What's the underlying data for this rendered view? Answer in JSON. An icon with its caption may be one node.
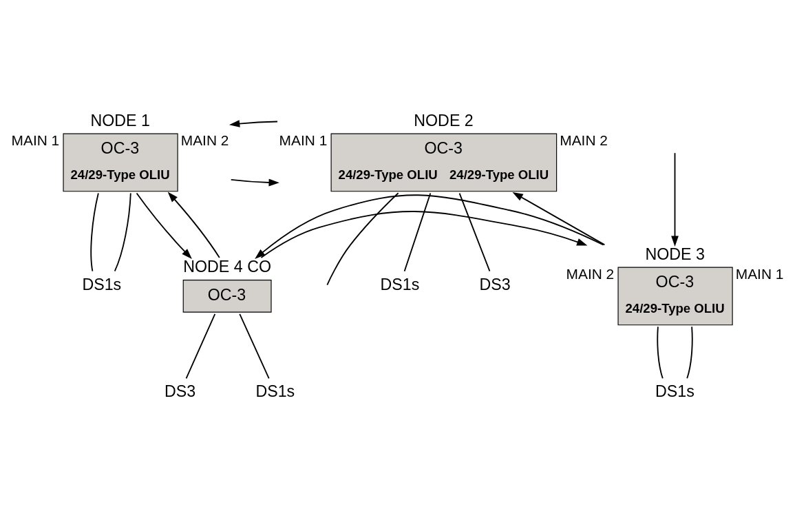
{
  "diagram": {
    "nodes": [
      {
        "text": [
          "NODE 1",
          "OC-3",
          "24/29-Type OLIU"
        ],
        "beside": [
          "MAIN 1",
          "MAIN 2"
        ]
      },
      {
        "text": [
          "NODE 2",
          "OC-3",
          "24/29-Type OLIU",
          "24/29-Type OLIU"
        ],
        "beside": [
          "MAIN 1",
          "MAIN 2"
        ]
      },
      {
        "text": [
          "DS1s"
        ]
      },
      {
        "text": [
          "DS1s"
        ]
      },
      {
        "text": [
          "DS3"
        ]
      },
      {
        "text": [
          "NODE 4 CO",
          "OC-3"
        ]
      },
      {
        "text": [
          "NODE 3",
          "OC-3",
          "24/29-Type OLIU"
        ],
        "beside": [
          "MAIN 2",
          "MAIN 1"
        ]
      },
      {
        "text": [
          "DS1s"
        ]
      },
      {
        "text": [
          "DS3"
        ]
      },
      {
        "text": [
          "DS1s"
        ]
      }
    ],
    "edges": [
      {
        "from": 0,
        "to": 1,
        "arrow": "to"
      },
      {
        "from": 1,
        "to": 0,
        "arrow": "to"
      },
      {
        "from": 1,
        "to": null,
        "arrow": "none"
      },
      {
        "from": 6,
        "to": 1,
        "arrow": "to"
      },
      {
        "from": null,
        "to": 6,
        "arrow": "to"
      },
      {
        "from": 5,
        "to": 6,
        "arrow": "to"
      },
      {
        "from": 6,
        "to": 5,
        "arrow": "to"
      },
      {
        "from": 5,
        "to": 0,
        "arrow": "to"
      },
      {
        "from": 0,
        "to": 5,
        "arrow": "to"
      },
      {
        "from": 0,
        "to": 2,
        "arrow": "none"
      },
      {
        "from": 0,
        "to": 2,
        "arrow": "none"
      },
      {
        "from": 1,
        "to": 3,
        "arrow": "none"
      },
      {
        "from": 1,
        "to": 4,
        "arrow": "none"
      },
      {
        "from": 5,
        "to": 7,
        "arrow": "none"
      },
      {
        "from": 5,
        "to": 8,
        "arrow": "none"
      },
      {
        "from": 6,
        "to": 9,
        "arrow": "none"
      },
      {
        "from": 6,
        "to": 9,
        "arrow": "none"
      }
    ]
  }
}
